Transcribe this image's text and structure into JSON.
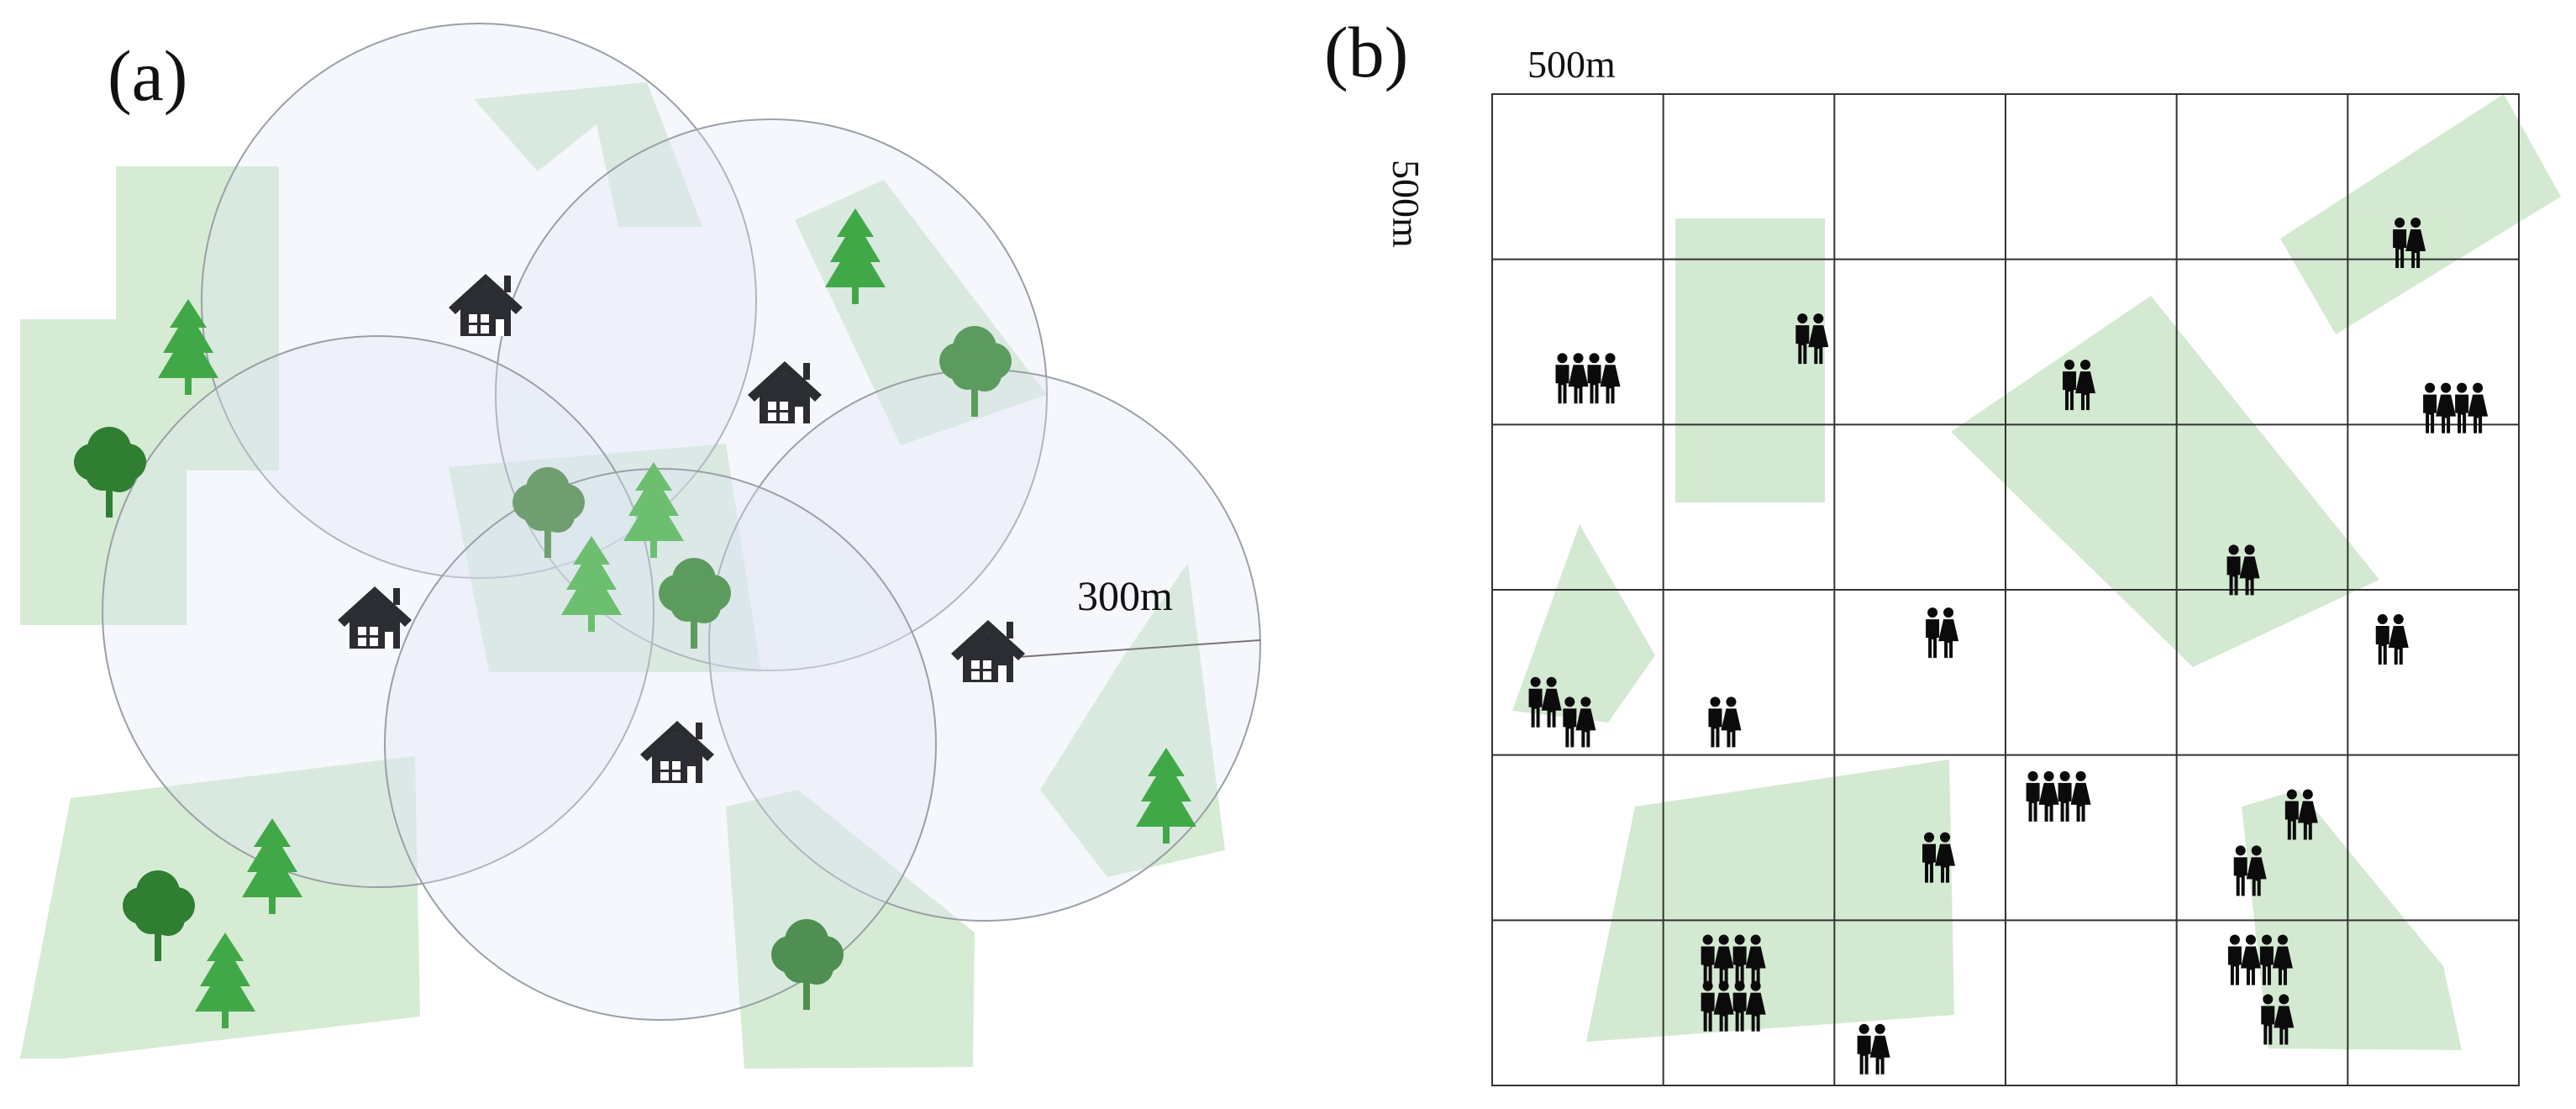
{
  "panels": {
    "left": {
      "label": "(a)",
      "radius_label": "300m"
    },
    "right": {
      "label": "(b)",
      "grid_width_label": "500m",
      "grid_height_label": "500m"
    }
  },
  "colors": {
    "green_patch": "#cfe7cc",
    "circle_fill": "#dfe7f7",
    "circle_stroke": "#9aa0a6",
    "house": "#2b2d33",
    "tree_light": "#41a848",
    "tree_dark": "#2f7e31",
    "people": "#0b0b0b",
    "grid_line": "#333333"
  },
  "legend_icons": [
    "house-icon",
    "pine-tree-icon",
    "round-tree-icon",
    "people-group-icon"
  ],
  "grid": {
    "rows": 6,
    "cols": 6,
    "people_groups": [
      {
        "row": 1,
        "col": 0,
        "count": 4
      },
      {
        "row": 1,
        "col": 1,
        "count": 2
      },
      {
        "row": 1,
        "col": 3,
        "count": 2
      },
      {
        "row": 1,
        "col": 5,
        "count": 4
      },
      {
        "row": 0,
        "col": 5,
        "count": 2
      },
      {
        "row": 2,
        "col": 4,
        "count": 2
      },
      {
        "row": 3,
        "col": 0,
        "count": 2
      },
      {
        "row": 3,
        "col": 0,
        "count": 2
      },
      {
        "row": 3,
        "col": 1,
        "count": 2
      },
      {
        "row": 3,
        "col": 2,
        "count": 2
      },
      {
        "row": 3,
        "col": 5,
        "count": 2
      },
      {
        "row": 4,
        "col": 2,
        "count": 2
      },
      {
        "row": 4,
        "col": 3,
        "count": 4
      },
      {
        "row": 4,
        "col": 4,
        "count": 2
      },
      {
        "row": 4,
        "col": 4,
        "count": 2
      },
      {
        "row": 5,
        "col": 1,
        "count": 4
      },
      {
        "row": 5,
        "col": 1,
        "count": 4
      },
      {
        "row": 5,
        "col": 2,
        "count": 2
      },
      {
        "row": 5,
        "col": 4,
        "count": 4
      },
      {
        "row": 5,
        "col": 4,
        "count": 2
      }
    ]
  }
}
